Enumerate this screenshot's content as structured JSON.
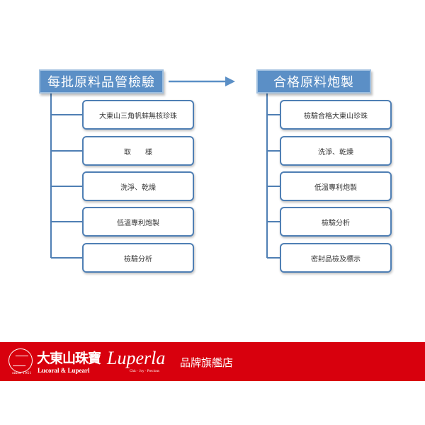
{
  "left_column": {
    "header": "每批原料品管檢驗",
    "steps": [
      "大東山三角帆蚌無核珍珠",
      "取　　樣",
      "洗淨、乾燥",
      "低溫專利炮製",
      "檢驗分析"
    ]
  },
  "right_column": {
    "header": "合格原料炮製",
    "steps": [
      "檢驗合格大東山珍珠",
      "洗淨、乾燥",
      "低溫專利炮製",
      "檢驗分析",
      "密封品檢及標示"
    ]
  },
  "colors": {
    "header_fill": "#5b8fc6",
    "box_border": "#4f7fb4",
    "arrow": "#5b8fc6",
    "footer_red": "#d8000d"
  },
  "footer": {
    "logo_since": "since 1951",
    "brand_cn": "大東山珠寶",
    "brand_en": "Lucoral & Lupearl",
    "luperla": "Luperla",
    "luperla_sub": "Chic · Joy · Precious",
    "store_name": "品牌旗艦店"
  }
}
